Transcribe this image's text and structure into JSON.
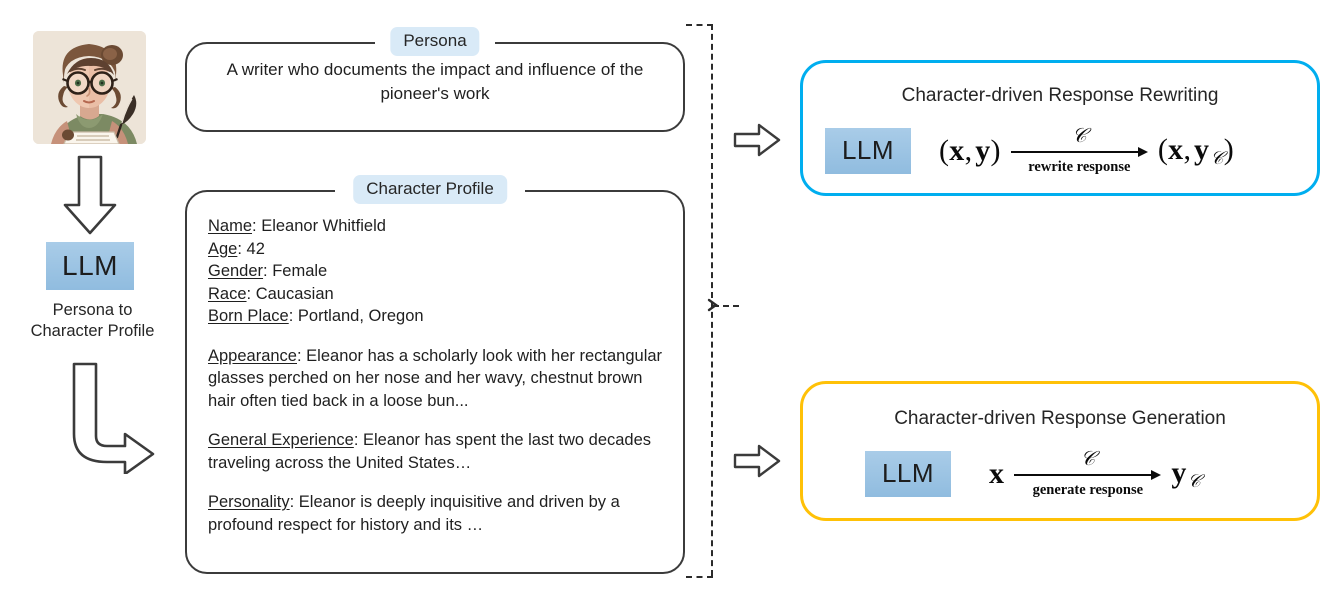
{
  "avatar": {
    "alt": "illustrated female writer with round glasses holding a quill"
  },
  "pipeline": {
    "llm_label": "LLM",
    "caption_line1": "Persona to",
    "caption_line2": "Character Profile"
  },
  "persona": {
    "chip_label": "Persona",
    "text": "A writer who documents the impact and influence of the pioneer's work"
  },
  "profile": {
    "chip_label": "Character Profile",
    "fields": [
      {
        "label": "Name",
        "value": "Eleanor Whitfield"
      },
      {
        "label": "Age",
        "value": "42"
      },
      {
        "label": "Gender",
        "value": "Female"
      },
      {
        "label": "Race",
        "value": "Caucasian"
      },
      {
        "label": "Born Place",
        "value": "Portland, Oregon"
      }
    ],
    "sections": [
      {
        "label": "Appearance",
        "value": "Eleanor has a scholarly look with her rectangular glasses perched on her nose and her wavy, chestnut brown hair often tied back in a loose bun..."
      },
      {
        "label": "General Experience",
        "value": "Eleanor has spent the last two decades traveling across the United States…"
      },
      {
        "label": "Personality",
        "value": "Eleanor is deeply inquisitive and driven by a profound respect for history and its …"
      }
    ]
  },
  "rewrite": {
    "title": "Character-driven Response Rewriting",
    "llm_label": "LLM",
    "source": "(x, y)",
    "target": "(x, y",
    "arrow_top": "ᶜ",
    "arrow_bottom": "rewrite response",
    "border_color": "#00AEEF"
  },
  "generate": {
    "title": "Character-driven Response Generation",
    "llm_label": "LLM",
    "source": "x",
    "target": "y",
    "arrow_top": "ᶜ",
    "arrow_bottom": "generate response",
    "border_color": "#FFC107"
  },
  "colors": {
    "llm_fill": "#9BC2E6",
    "chip_fill": "#D9EAF7",
    "outline": "#3b3b3b",
    "avatar_bg": "#EDE4D8"
  }
}
